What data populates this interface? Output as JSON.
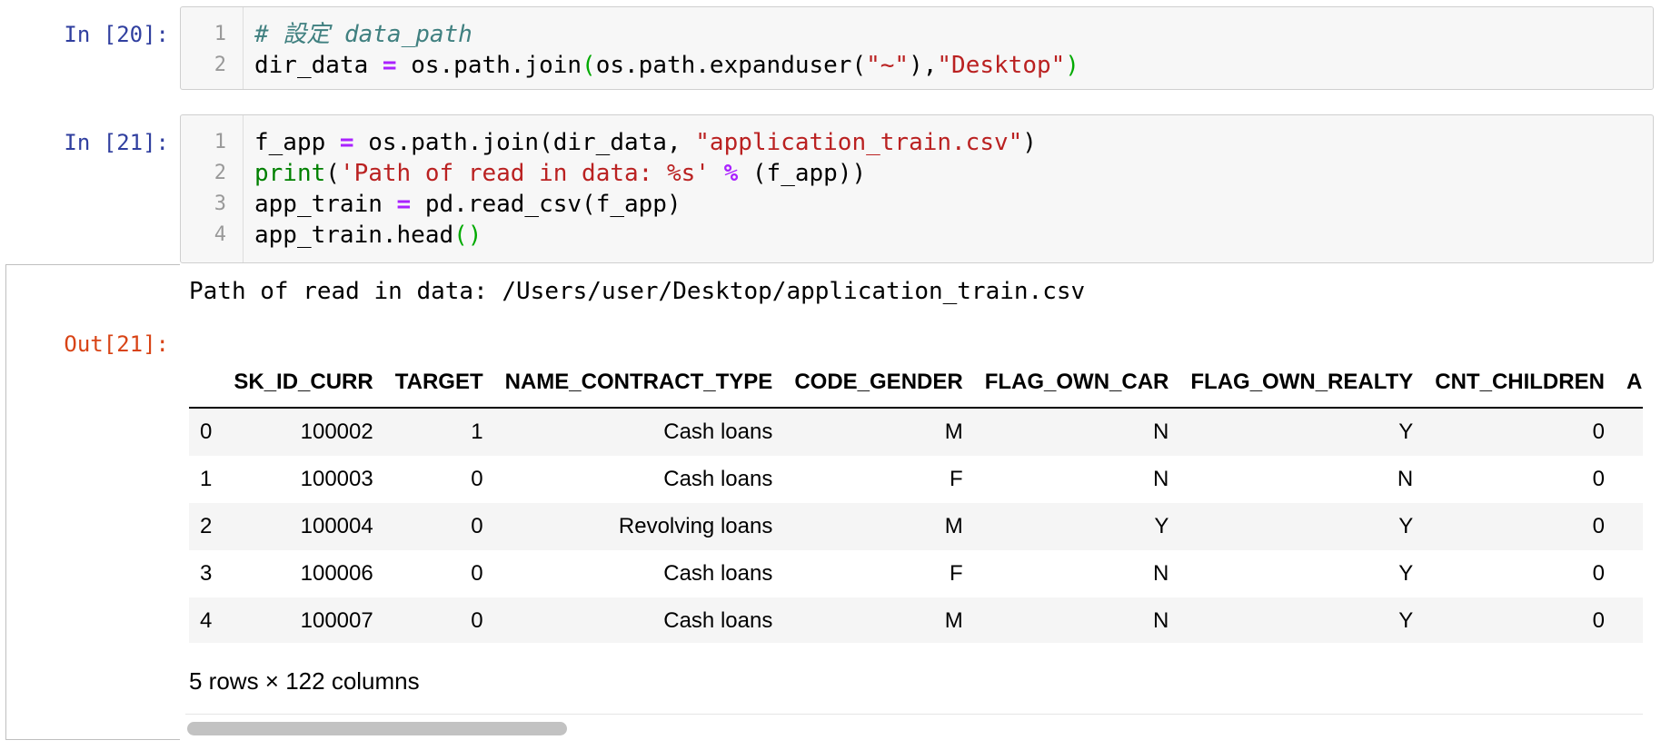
{
  "cells": [
    {
      "prompt": "In [20]:",
      "line_numbers": [
        "1",
        "2"
      ],
      "code_lines": [
        [
          {
            "t": "# 設定 data_path",
            "c": "cm"
          }
        ],
        [
          {
            "t": "dir_data "
          },
          {
            "t": "=",
            "c": "op"
          },
          {
            "t": " os.path.join"
          },
          {
            "t": "(",
            "c": "bm"
          },
          {
            "t": "os.path.expanduser("
          },
          {
            "t": "\"~\"",
            "c": "st"
          },
          {
            "t": "),"
          },
          {
            "t": "\"Desktop\"",
            "c": "st"
          },
          {
            "t": ")",
            "c": "bm"
          }
        ]
      ]
    },
    {
      "prompt": "In [21]:",
      "line_numbers": [
        "1",
        "2",
        "3",
        "4"
      ],
      "code_lines": [
        [
          {
            "t": "f_app "
          },
          {
            "t": "=",
            "c": "op"
          },
          {
            "t": " os.path.join(dir_data, "
          },
          {
            "t": "\"application_train.csv\"",
            "c": "st"
          },
          {
            "t": ")"
          }
        ],
        [
          {
            "t": "print",
            "c": "kw"
          },
          {
            "t": "("
          },
          {
            "t": "'Path of read in data: %s'",
            "c": "st"
          },
          {
            "t": " "
          },
          {
            "t": "%",
            "c": "op"
          },
          {
            "t": " (f_app))"
          }
        ],
        [
          {
            "t": "app_train "
          },
          {
            "t": "=",
            "c": "op"
          },
          {
            "t": " pd.read_csv(f_app)"
          }
        ],
        [
          {
            "t": "app_train.head"
          },
          {
            "t": "()",
            "c": "bm"
          }
        ]
      ]
    }
  ],
  "output": {
    "prompt": "Out[21]:",
    "stream_text": "Path of read in data: /Users/user/Desktop/application_train.csv",
    "columns": [
      "",
      "SK_ID_CURR",
      "TARGET",
      "NAME_CONTRACT_TYPE",
      "CODE_GENDER",
      "FLAG_OWN_CAR",
      "FLAG_OWN_REALTY",
      "CNT_CHILDREN",
      "A"
    ],
    "rows": [
      [
        "0",
        "100002",
        "1",
        "Cash loans",
        "M",
        "N",
        "Y",
        "0",
        ""
      ],
      [
        "1",
        "100003",
        "0",
        "Cash loans",
        "F",
        "N",
        "N",
        "0",
        ""
      ],
      [
        "2",
        "100004",
        "0",
        "Revolving loans",
        "M",
        "Y",
        "Y",
        "0",
        ""
      ],
      [
        "3",
        "100006",
        "0",
        "Cash loans",
        "F",
        "N",
        "Y",
        "0",
        ""
      ],
      [
        "4",
        "100007",
        "0",
        "Cash loans",
        "M",
        "N",
        "Y",
        "0",
        ""
      ]
    ],
    "summary": "5 rows × 122 columns"
  }
}
